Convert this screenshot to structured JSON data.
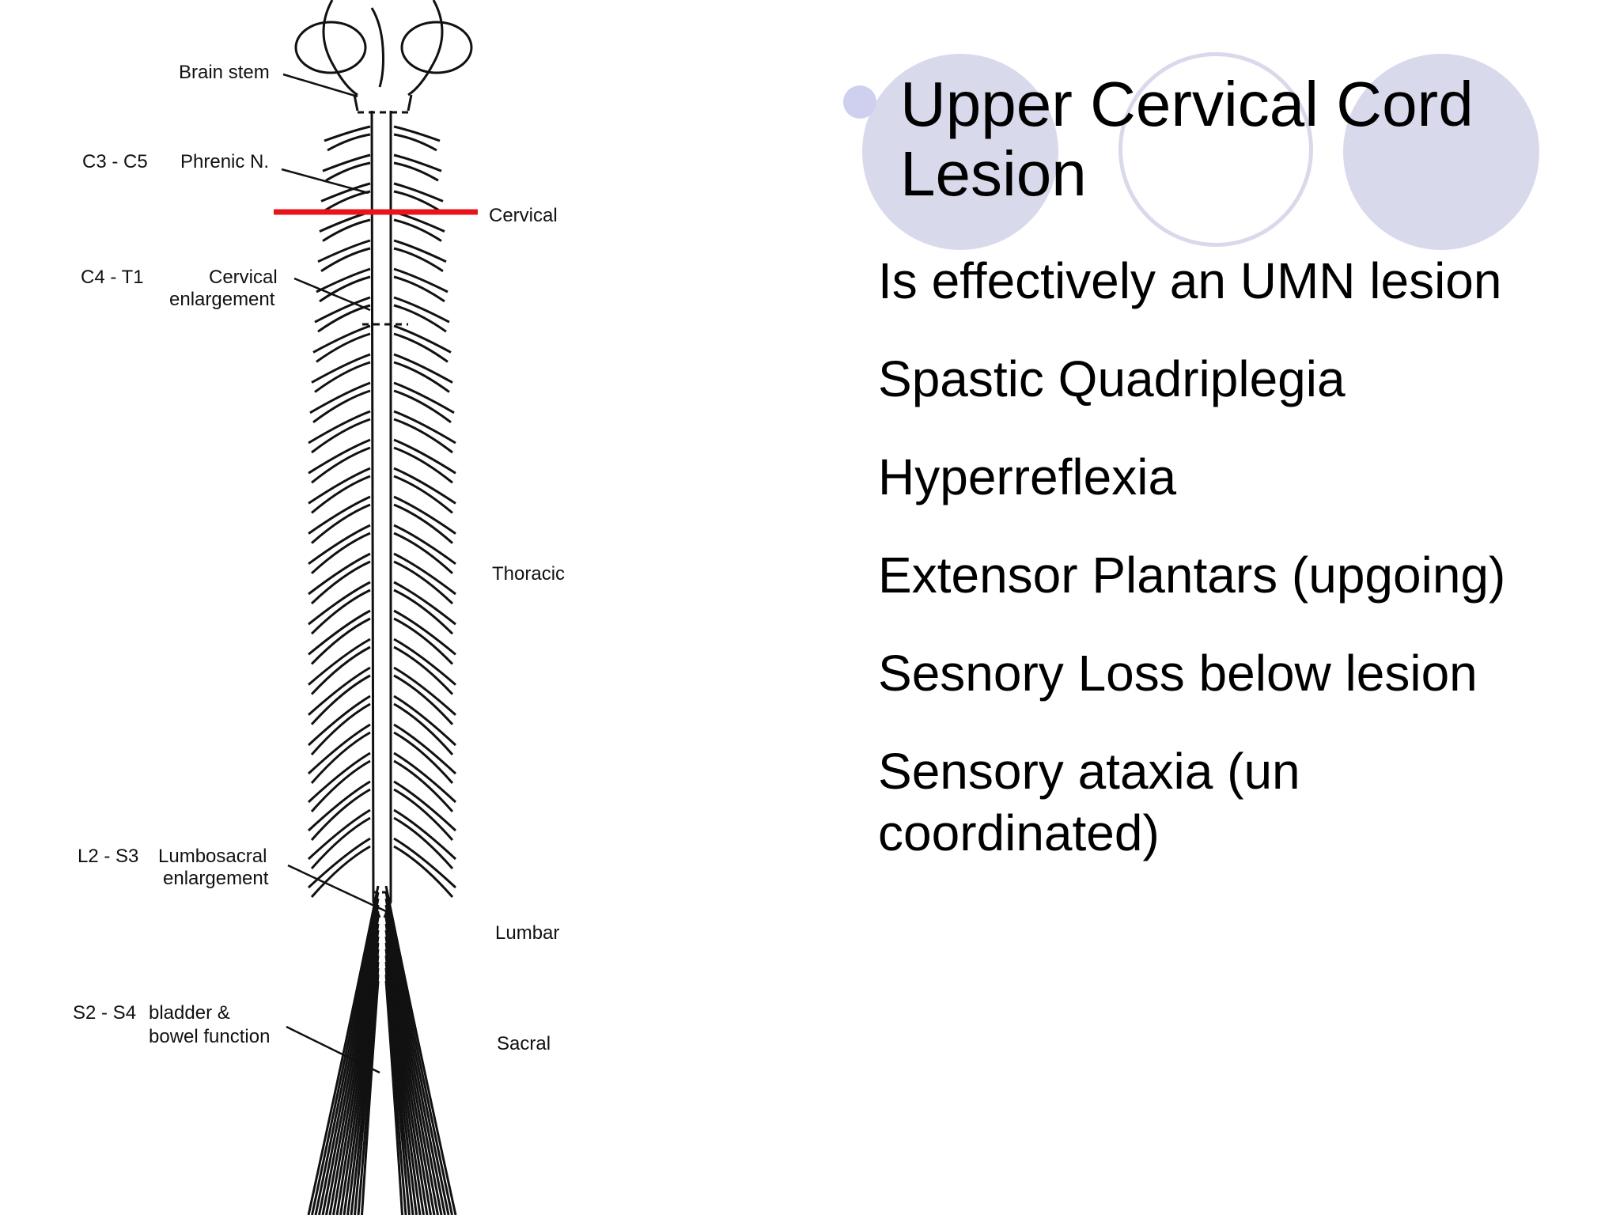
{
  "slide": {
    "title": "Upper Cervical Cord Lesion",
    "bullets": [
      "Is effectively an UMN lesion",
      "Spastic Quadriplegia",
      "Hyperreflexia",
      "Extensor Plantars (upgoing)",
      "Sesnory Loss below lesion",
      "Sensory ataxia (un coordinated)"
    ],
    "colors": {
      "circle_fill": "#d9d9ec",
      "circle_stroke": "#d9d9ec",
      "lesion_line": "#e8141c",
      "bullet_dot": "#cfcff0"
    }
  },
  "diagram": {
    "labels": {
      "brain_stem": "Brain stem",
      "c3_c5": "C3 - C5",
      "phrenic": "Phrenic N.",
      "c4_t1": "C4 - T1",
      "cervical_enlargement_1": "Cervical",
      "cervical_enlargement_2": "enlargement",
      "l2_s3": "L2 - S3",
      "lumbosacral_1": "Lumbosacral",
      "lumbosacral_2": "enlargement",
      "s2_s4": "S2 - S4",
      "bladder_1": "bladder &",
      "bladder_2": "bowel function",
      "cervical": "Cervical",
      "thoracic": "Thoracic",
      "lumbar": "Lumbar",
      "sacral": "Sacral"
    }
  }
}
